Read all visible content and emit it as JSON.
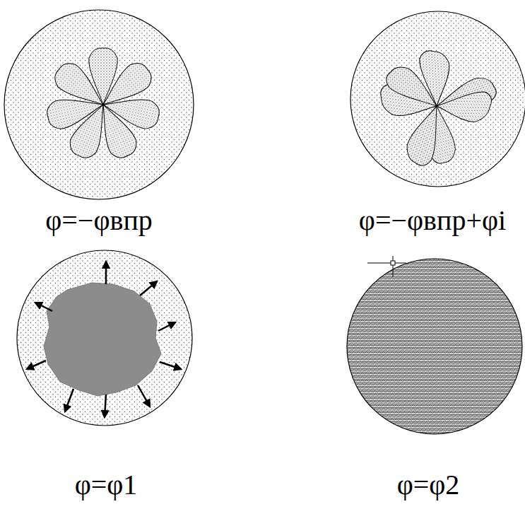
{
  "diagram": {
    "labels": [
      "φ=−φвпр",
      "φ=−φвпр+φi",
      "φ=φ1",
      "φ=φ2"
    ]
  }
}
